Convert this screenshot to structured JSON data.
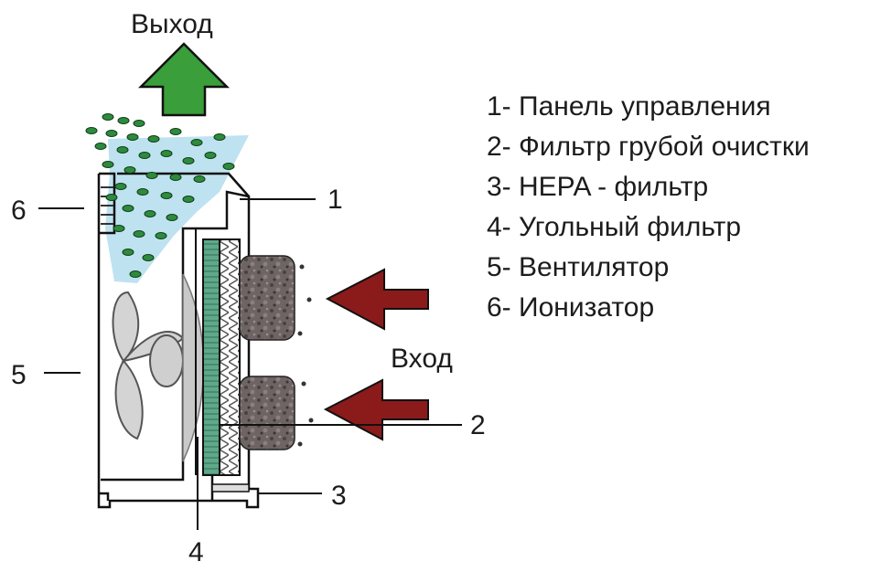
{
  "labels": {
    "outlet": "Выход",
    "inlet": "Вход"
  },
  "callouts": [
    "1",
    "2",
    "3",
    "4",
    "5",
    "6"
  ],
  "legend": [
    "1- Панель управления",
    "2- Фильтр грубой очистки",
    "3- HEPA - фильтр",
    "4- Угольный фильтр",
    "5- Вентилятор",
    "6- Ионизатор"
  ],
  "colors": {
    "outlet_arrow": "#3a9e3a",
    "inlet_arrow": "#8b1a1a",
    "air_stream": "#b8dff0",
    "ion_particles": "#2e8b3e",
    "hepa_filter": "#5fa98a",
    "carbon_filter": "#6e6464",
    "fan": "#d4d4d4"
  }
}
